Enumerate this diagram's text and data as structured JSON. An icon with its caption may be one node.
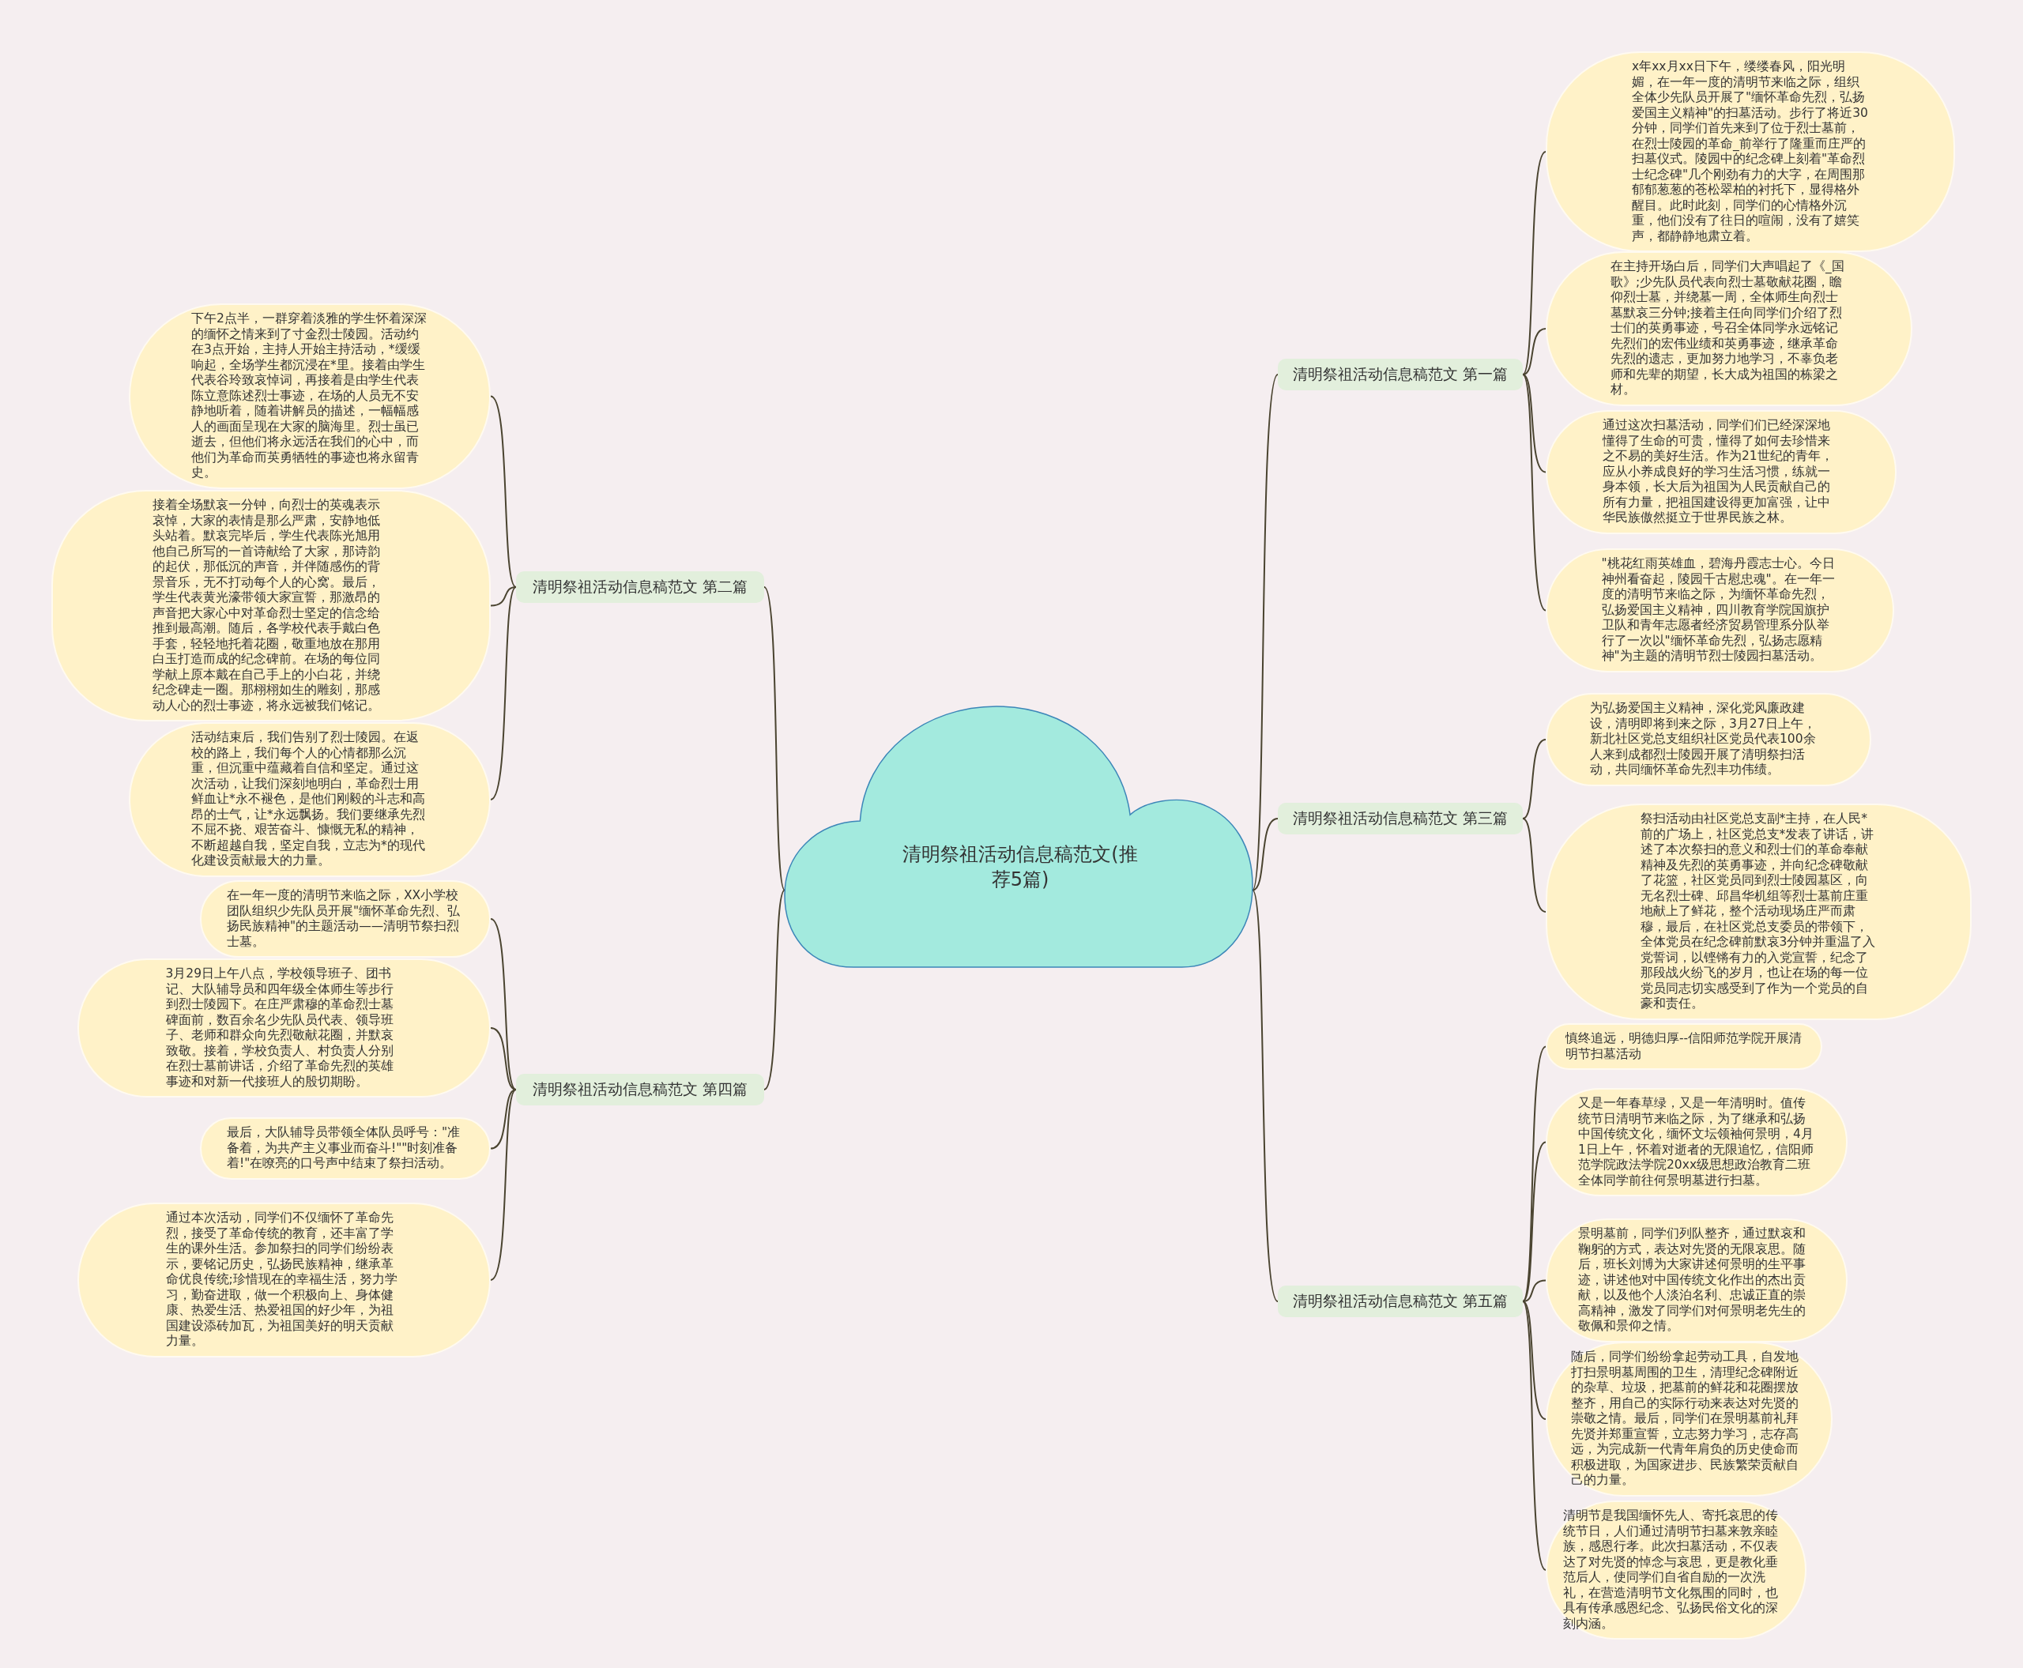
{
  "diagram": {
    "nodes": [
      {
        "text": [
          "清明祭祖活动信息稿范文(推荐5篇)"
        ]
      },
      {
        "text": [
          "清明祭祖活动信息稿范文 第一篇"
        ]
      },
      {
        "text": [
          "x年xx月xx日下午，缕缕春风，阳光明媚，在一年一度的清明节来临之际，组织全体少先队员开展了\"缅怀革命先烈，弘扬爱国主义精神\"的扫墓活动。步行了将近30分钟，同学们首先来到了位于烈士墓前，在烈士陵园的革命_前举行了隆重而庄严的扫墓仪式。陵园中的纪念碑上刻着\"革命烈士纪念碑\"几个刚劲有力的大字，在周围那郁郁葱葱的苍松翠柏的衬托下，显得格外醒目。此时此刻，同学们的心情格外沉重，他们没有了往日的喧闹，没有了嬉笑声，都静静地肃立着。"
        ]
      },
      {
        "text": [
          "在主持开场白后，同学们大声唱起了《_国歌》;少先队员代表向烈士墓敬献花圈，瞻仰烈士墓，并绕墓一周，全体师生向烈士墓默哀三分钟;接着主任向同学们介绍了烈士们的英勇事迹，号召全体同学永远铭记先烈们的宏伟业绩和英勇事迹，继承革命先烈的遗志，更加努力地学习，不辜负老师和先辈的期望，长大成为祖国的栋梁之材。"
        ]
      },
      {
        "text": [
          "通过这次扫墓活动，同学们们已经深深地懂得了生命的可贵，懂得了如何去珍惜来之不易的美好生活。作为21世纪的青年，应从小养成良好的学习生活习惯，练就一身本领，长大后为祖国为人民贡献自己的所有力量，把祖国建设得更加富强，让中华民族傲然挺立于世界民族之林。"
        ]
      },
      {
        "text": [
          "\"桃花红雨英雄血，碧海丹霞志士心。今日神州看奋起，陵园千古慰忠魂\"。在一年一度的清明节来临之际，为缅怀革命先烈，弘扬爱国主义精神，四川教育学院国旗护卫队和青年志愿者经济贸易管理系分队举行了一次以\"缅怀革命先烈，弘扬志愿精神\"为主题的清明节烈士陵园扫墓活动。"
        ]
      },
      {
        "text": [
          "清明祭祖活动信息稿范文 第二篇"
        ]
      },
      {
        "text": [
          "下午2点半，一群穿着淡雅的学生怀着深深的缅怀之情来到了寸金烈士陵园。活动约在3点开始，主持人开始主持活动，*缓缓响起，全场学生都沉浸在*里。接着由学生代表谷玲致哀悼词，再接着是由学生代表陈立意陈述烈士事迹，在场的人员无不安静地听着，随着讲解员的描述，一幅幅感人的画面呈现在大家的脑海里。烈士虽已逝去，但他们将永远活在我们的心中，而他们为革命而英勇牺牲的事迹也将永留青史。"
        ]
      },
      {
        "text": [
          "接着全场默哀一分钟，向烈士的英魂表示哀悼，大家的表情是那么严肃，安静地低头站着。默哀完毕后，学生代表陈光旭用他自己所写的一首诗献给了大家，那诗韵的起伏，那低沉的声音，并伴随感伤的背景音乐，无不打动每个人的心窝。最后，学生代表黄光濠带领大家宣誓，那激昂的声音把大家心中对革命烈士坚定的信念给推到最高潮。随后，各学校代表手戴白色手套，轻轻地托着花圈，敬重地放在那用白玉打造而成的纪念碑前。在场的每位同学献上原本戴在自己手上的小白花，并绕纪念碑走一圈。那栩栩如生的雕刻，那感动人心的烈士事迹，将永远被我们铭记。"
        ]
      },
      {
        "text": [
          "活动结束后，我们告别了烈士陵园。在返校的路上，我们每个人的心情都那么沉重，但沉重中蕴藏着自信和坚定。通过这次活动，让我们深刻地明白，革命烈士用鲜血让*永不褪色，是他们刚毅的斗志和高昂的士气，让*永远飘扬。我们要继承先烈不屈不挠、艰苦奋斗、慷慨无私的精神，不断超越自我，坚定自我，立志为*的现代化建设贡献最大的力量。"
        ]
      },
      {
        "text": [
          "清明祭祖活动信息稿范文 第三篇"
        ]
      },
      {
        "text": [
          "为弘扬爱国主义精神，深化党风廉政建设，清明即将到来之际，3月27日上午，新北社区党总支组织社区党员代表100余人来到成都烈士陵园开展了清明祭扫活动，共同缅怀革命先烈丰功伟绩。"
        ]
      },
      {
        "text": [
          "祭扫活动由社区党总支副*主持，在人民*前的广场上，社区党总支*发表了讲话，讲述了本次祭扫的意义和烈士们的革命奉献精神及先烈的英勇事迹，并向纪念碑敬献了花篮，社区党员同到烈士陵园墓区，向无名烈士碑、邱昌华机组等烈士墓前庄重地献上了鲜花，整个活动现场庄严而肃穆，最后，在社区党总支委员的带领下，全体党员在纪念碑前默哀3分钟并重温了入党誓词，以铿锵有力的入党宣誓，纪念了那段战火纷飞的岁月，也让在场的每一位党员同志切实感受到了作为一个党员的自豪和责任。"
        ]
      },
      {
        "text": [
          "清明祭祖活动信息稿范文 第四篇"
        ]
      },
      {
        "text": [
          "在一年一度的清明节来临之际，XX小学校团队组织少先队员开展\"缅怀革命先烈、弘扬民族精神\"的主题活动——清明节祭扫烈士墓。"
        ]
      },
      {
        "text": [
          "3月29日上午八点，学校领导班子、团书记、大队辅导员和四年级全体师生等步行到烈士陵园下。在庄严肃穆的革命烈士墓碑面前，数百余名少先队员代表、领导班子、老师和群众向先烈敬献花圈，并默哀致敬。接着，学校负责人、村负责人分别在烈士墓前讲话，介绍了革命先烈的英雄事迹和对新一代接班人的殷切期盼。"
        ]
      },
      {
        "text": [
          "最后，大队辅导员带领全体队员呼号：\"准备着，为共产主义事业而奋斗!\"\"时刻准备着!\"在嘹亮的口号声中结束了祭扫活动。"
        ]
      },
      {
        "text": [
          "通过本次活动，同学们不仅缅怀了革命先烈，接受了革命传统的教育，还丰富了学生的课外生活。参加祭扫的同学们纷纷表示，要铭记历史，弘扬民族精神，继承革命优良传统;珍惜现在的幸福生活，努力学习，勤奋进取，做一个积极向上、身体健康、热爱生活、热爱祖国的好少年，为祖国建设添砖加瓦，为祖国美好的明天贡献力量。"
        ]
      },
      {
        "text": [
          "清明祭祖活动信息稿范文 第五篇"
        ]
      },
      {
        "text": [
          "慎终追远，明德归厚--信阳师范学院开展清明节扫墓活动"
        ]
      },
      {
        "text": [
          "又是一年春草绿，又是一年清明时。值传统节日清明节来临之际，为了继承和弘扬中国传统文化，缅怀文坛领袖何景明，4月1日上午，怀着对逝者的无限追忆，信阳师范学院政法学院20xx级思想政治教育二班全体同学前往何景明墓进行扫墓。"
        ]
      },
      {
        "text": [
          "景明墓前，同学们列队整齐，通过默哀和鞠躬的方式，表达对先贤的无限哀思。随后，班长刘博为大家讲述何景明的生平事迹，讲述他对中国传统文化作出的杰出贡献，以及他个人淡泊名利、忠诚正直的崇高精神，激发了同学们对何景明老先生的敬佩和景仰之情。"
        ]
      },
      {
        "text": [
          "随后，同学们纷纷拿起劳动工具，自发地打扫景明墓周围的卫生，清理纪念碑附近的杂草、垃圾，把墓前的鲜花和花圈摆放整齐，用自己的实际行动来表达对先贤的崇敬之情。最后，同学们在景明墓前礼拜先贤并郑重宣誓，立志努力学习，志存高远，为完成新一代青年肩负的历史使命而积极进取，为国家进步、民族繁荣贡献自己的力量。"
        ]
      },
      {
        "text": [
          "清明节是我国缅怀先人、寄托哀思的传统节日，人们通过清明节扫墓来敦亲睦族，感恩行孝。此次扫墓活动，不仅表达了对先贤的悼念与哀思，更是教化垂范后人，使同学们自省自励的一次洗礼，在营造清明节文化氛围的同时，也具有传承感恩纪念、弘扬民俗文化的深刻内涵。"
        ]
      }
    ],
    "edges": [
      {
        "from": 0,
        "to": 1,
        "arrow": "none"
      },
      {
        "from": 0,
        "to": 6,
        "arrow": "none"
      },
      {
        "from": 0,
        "to": 10,
        "arrow": "none"
      },
      {
        "from": 0,
        "to": 13,
        "arrow": "none"
      },
      {
        "from": 0,
        "to": 18,
        "arrow": "none"
      },
      {
        "from": 1,
        "to": 2,
        "arrow": "none"
      },
      {
        "from": 1,
        "to": 3,
        "arrow": "none"
      },
      {
        "from": 1,
        "to": 4,
        "arrow": "none"
      },
      {
        "from": 1,
        "to": 5,
        "arrow": "none"
      },
      {
        "from": 6,
        "to": 7,
        "arrow": "none"
      },
      {
        "from": 6,
        "to": 8,
        "arrow": "none"
      },
      {
        "from": 6,
        "to": 9,
        "arrow": "none"
      },
      {
        "from": 10,
        "to": 11,
        "arrow": "none"
      },
      {
        "from": 10,
        "to": 12,
        "arrow": "none"
      },
      {
        "from": 13,
        "to": 14,
        "arrow": "none"
      },
      {
        "from": 13,
        "to": 15,
        "arrow": "none"
      },
      {
        "from": 13,
        "to": 16,
        "arrow": "none"
      },
      {
        "from": 13,
        "to": 17,
        "arrow": "none"
      },
      {
        "from": 18,
        "to": 19,
        "arrow": "none"
      },
      {
        "from": 18,
        "to": 20,
        "arrow": "none"
      },
      {
        "from": 18,
        "to": 21,
        "arrow": "none"
      },
      {
        "from": 18,
        "to": 22,
        "arrow": "none"
      },
      {
        "from": 18,
        "to": 23,
        "arrow": "none"
      }
    ]
  }
}
